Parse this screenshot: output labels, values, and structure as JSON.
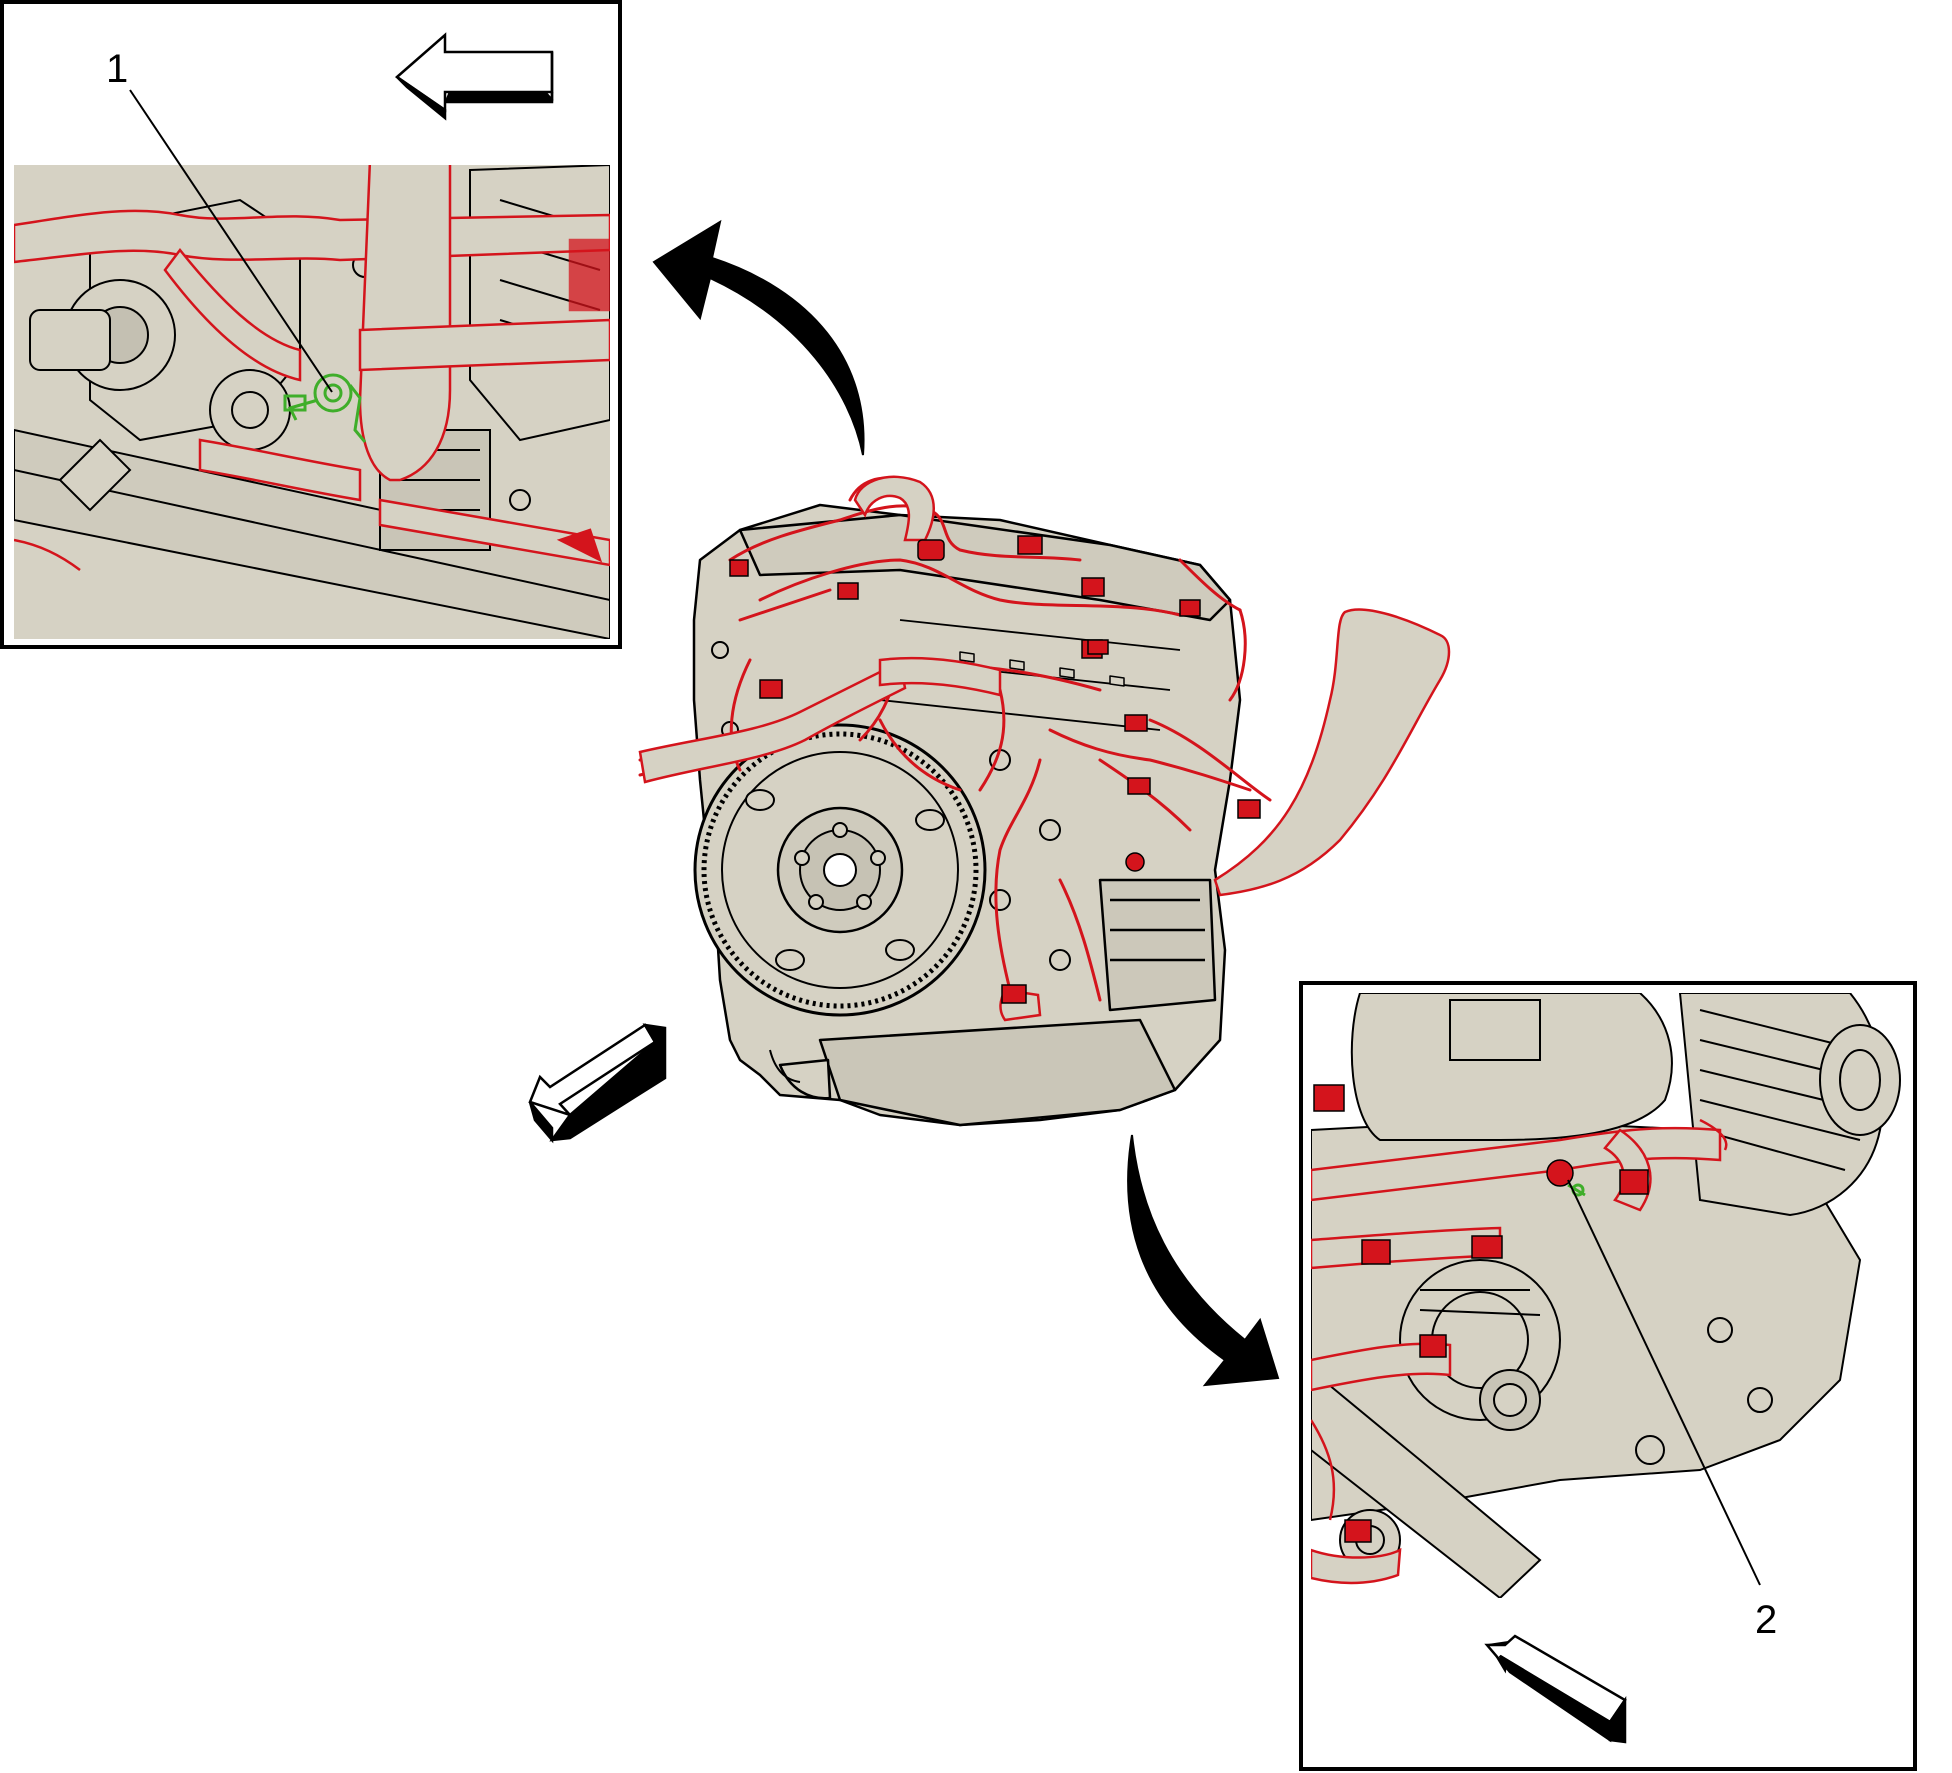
{
  "callouts": [
    {
      "id": "1",
      "label": "1"
    },
    {
      "id": "2",
      "label": "2"
    }
  ],
  "colors": {
    "engine_fill": "#d6d2c4",
    "harness_stroke": "#d4141c",
    "ground_highlight": "#3fae2a",
    "line": "#000000"
  },
  "icons": [
    "direction-arrow-icon",
    "rotate-view-arrow-icon",
    "ground-bolt-icon"
  ]
}
